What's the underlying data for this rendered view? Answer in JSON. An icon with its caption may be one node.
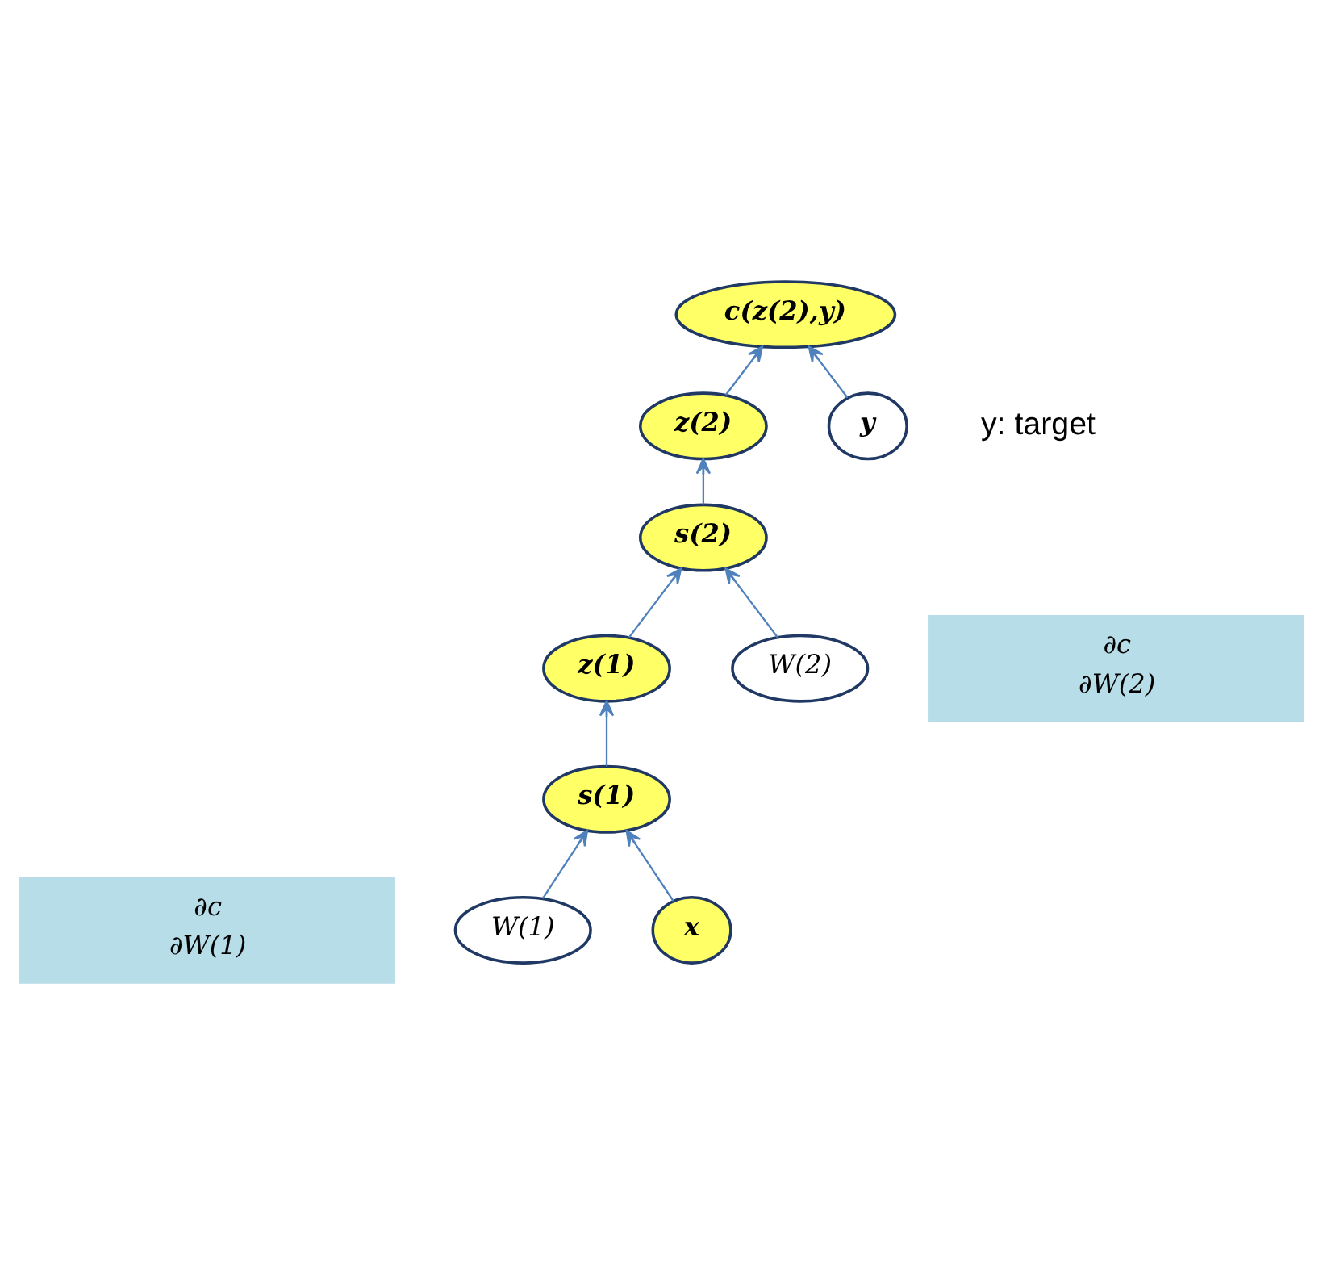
{
  "diagram": {
    "nodes": [
      {
        "text": [
          "c(z(2),y)"
        ]
      },
      {
        "text": [
          "y"
        ]
      },
      {
        "text": [
          "z(2)"
        ]
      },
      {
        "text": [
          "s(2)"
        ]
      },
      {
        "text": [
          "∂c",
          "∂W(2)"
        ]
      },
      {
        "text": [
          "W(2)"
        ]
      },
      {
        "text": [
          "z(1)"
        ]
      },
      {
        "text": [
          "s(1)"
        ]
      },
      {
        "text": [
          "∂c",
          "∂W(1)"
        ]
      },
      {
        "text": [
          "W(1)"
        ]
      },
      {
        "text": [
          "x"
        ]
      }
    ],
    "edges": [
      {
        "from": 1,
        "to": 0,
        "arrow": "to"
      },
      {
        "from": 2,
        "to": 0,
        "arrow": "to"
      },
      {
        "from": 3,
        "to": 2,
        "arrow": "to"
      },
      {
        "from": 5,
        "to": 3,
        "arrow": "to"
      },
      {
        "from": 6,
        "to": 3,
        "arrow": "to"
      },
      {
        "from": 7,
        "to": 6,
        "arrow": "to"
      },
      {
        "from": 9,
        "to": 7,
        "arrow": "to"
      },
      {
        "from": 10,
        "to": 7,
        "arrow": "to"
      }
    ],
    "labels": [
      "y: target"
    ]
  }
}
